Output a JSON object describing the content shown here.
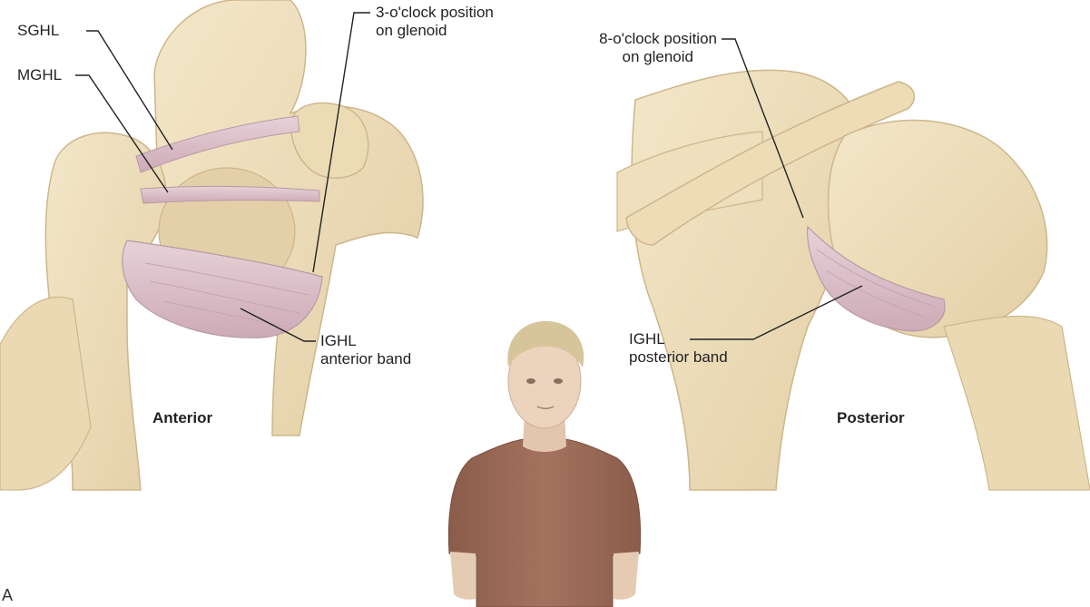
{
  "labels": {
    "sghl": "SGHL",
    "mghl": "MGHL",
    "three_oclock_line1": "3-o'clock position",
    "three_oclock_line2": "on glenoid",
    "eight_oclock_line1": "8-o'clock position",
    "eight_oclock_line2": "on glenoid",
    "ighl_anterior_line1": "IGHL",
    "ighl_anterior_line2": "anterior band",
    "ighl_posterior_line1": "IGHL",
    "ighl_posterior_line2": "posterior band"
  },
  "views": {
    "anterior": "Anterior",
    "posterior": "Posterior"
  },
  "panel_letter": "A",
  "colors": {
    "bone": "#efe0bd",
    "bone_shadow": "#d9c39a",
    "ligament": "#dcc3cb",
    "ligament_edge": "#b89aa5",
    "shirt": "#9a6a56",
    "skin": "#e9cfb8",
    "hair": "#d8c59c",
    "leader_line": "#222222"
  }
}
